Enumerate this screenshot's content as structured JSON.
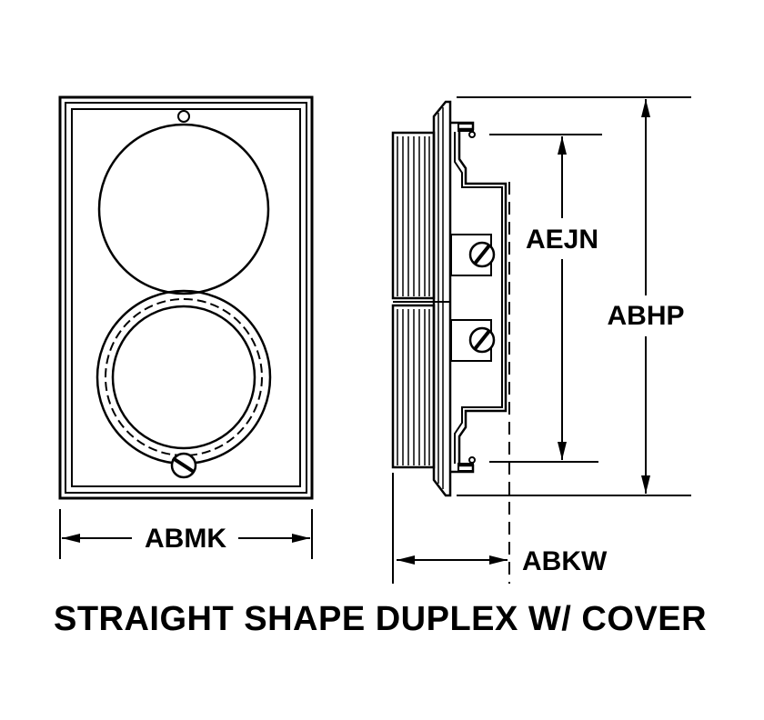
{
  "dimensions": {
    "width_front": "ABMK",
    "depth": "ABKW",
    "overall_height": "ABHP",
    "mounting_height": "AEJN"
  },
  "caption": "STRAIGHT SHAPE DUPLEX W/ COVER"
}
